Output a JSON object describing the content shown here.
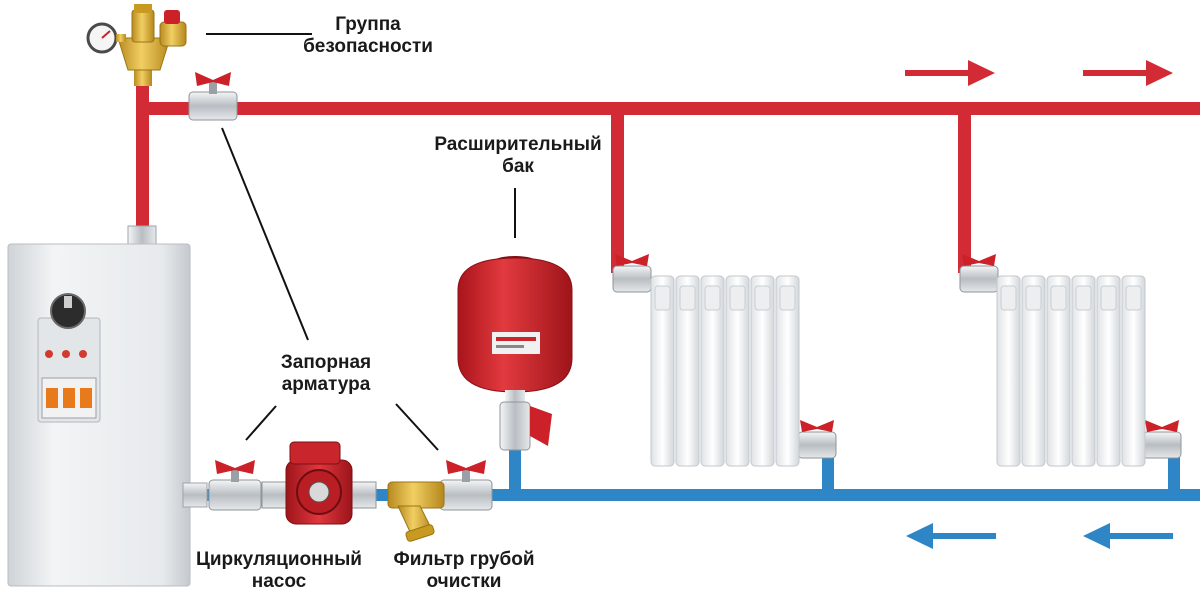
{
  "labels": {
    "safety_group": [
      "Группа",
      "безопасности"
    ],
    "expansion_tank": [
      "Расширительный",
      "бак"
    ],
    "shutoff_valves": [
      "Запорная",
      "арматура"
    ],
    "circulation_pump": [
      "Циркуляционный",
      "насос"
    ],
    "coarse_filter": [
      "Фильтр грубой",
      "очистки"
    ]
  },
  "colors": {
    "supply_pipe": "#d22b35",
    "return_pipe": "#2f86c6",
    "valve_handle": "#cc2128",
    "brass": "#d9b13a",
    "chrome": "#d7d9dc",
    "boiler_body": "#eef0f2",
    "tank": "#d9262c",
    "pump": "#c8262c"
  },
  "flow_arrows": {
    "supply_direction": "right",
    "return_direction": "left"
  }
}
